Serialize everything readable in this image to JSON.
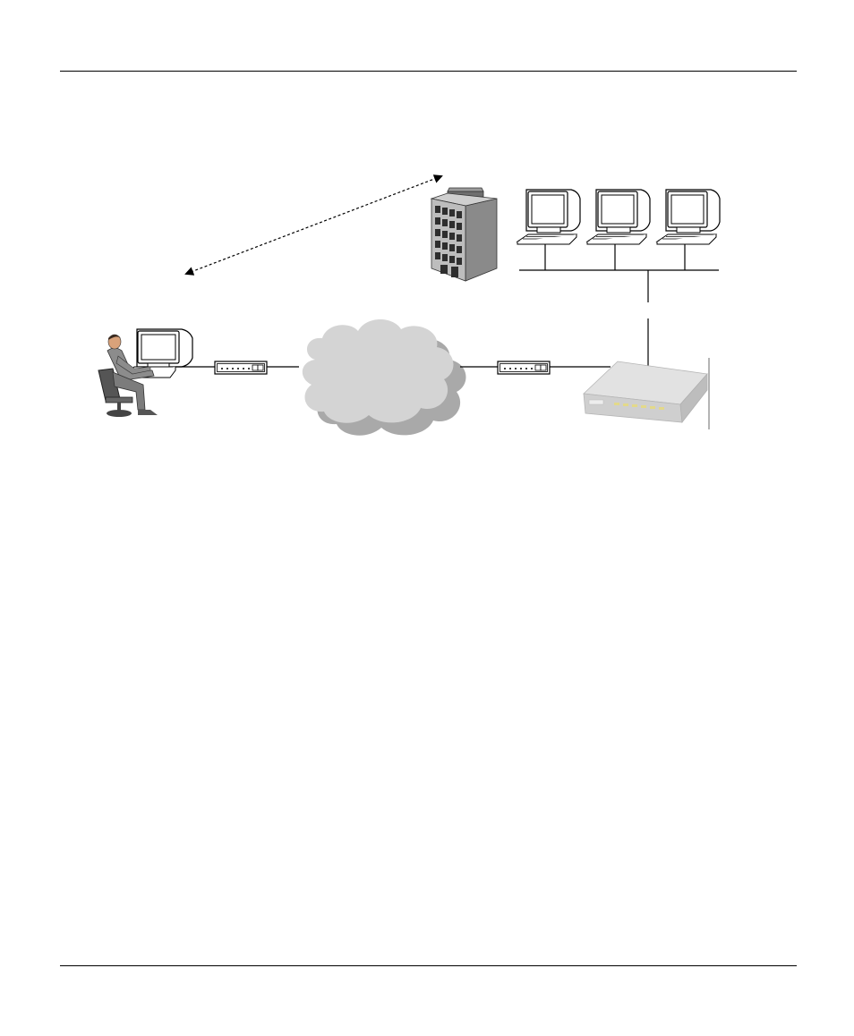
{
  "diagram": {
    "nodes": [
      {
        "id": "remote-user",
        "icon": "person-at-computer-icon"
      },
      {
        "id": "modem-left",
        "icon": "modem-icon"
      },
      {
        "id": "network-cloud",
        "icon": "cloud-icon"
      },
      {
        "id": "modem-right",
        "icon": "modem-icon"
      },
      {
        "id": "router",
        "icon": "router-icon"
      },
      {
        "id": "office-building",
        "icon": "building-icon"
      },
      {
        "id": "lan-workstations",
        "icon": "desktop-computer-icon",
        "count": 3
      }
    ],
    "edges": [
      {
        "from": "remote-user",
        "to": "modem-left",
        "style": "solid"
      },
      {
        "from": "modem-left",
        "to": "network-cloud",
        "style": "solid"
      },
      {
        "from": "network-cloud",
        "to": "modem-right",
        "style": "solid"
      },
      {
        "from": "modem-right",
        "to": "router",
        "style": "solid"
      },
      {
        "from": "router",
        "to": "lan-workstations",
        "style": "solid"
      },
      {
        "from": "remote-user",
        "to": "office-building",
        "style": "dashed",
        "arrows": "both"
      }
    ]
  },
  "colors": {
    "line": "#000000",
    "cloud_fill": "#d4d4d4",
    "cloud_shadow": "#a9a9a9",
    "building_front": "#bdbdbd",
    "building_side": "#8a8a8a",
    "router_body": "#d8d8d8",
    "suit": "#8c8c8c"
  }
}
